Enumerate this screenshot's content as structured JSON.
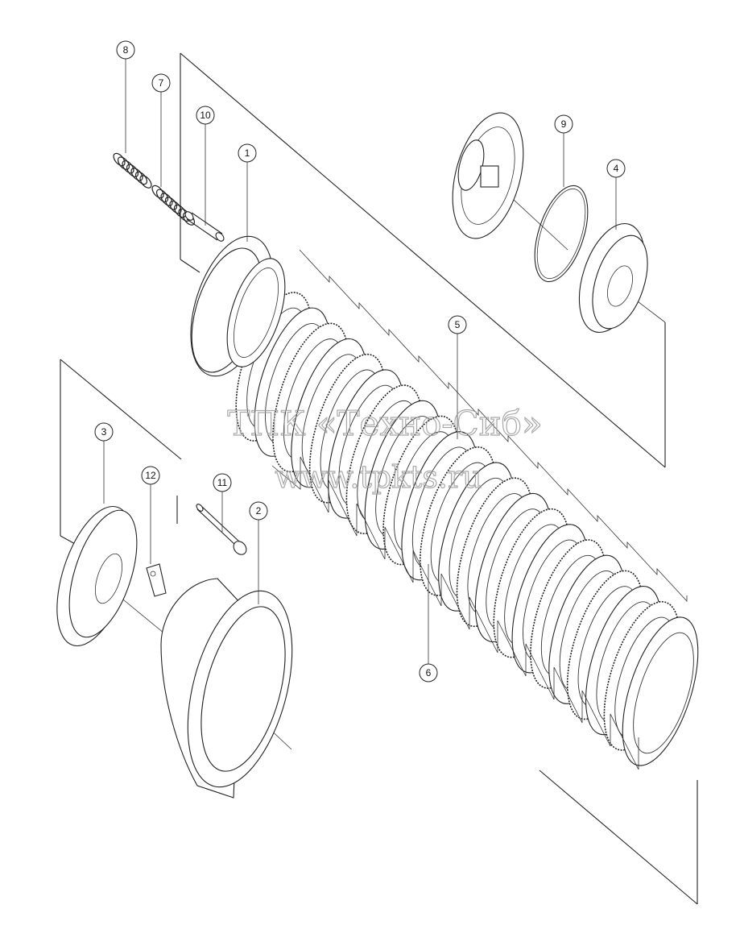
{
  "callouts": [
    "1",
    "2",
    "3",
    "4",
    "5",
    "6",
    "7",
    "8",
    "9",
    "10",
    "11",
    "12"
  ],
  "watermark": {
    "line1": "ТПК «Техно-Сиб»",
    "line2": "www.tpkts.ru"
  }
}
